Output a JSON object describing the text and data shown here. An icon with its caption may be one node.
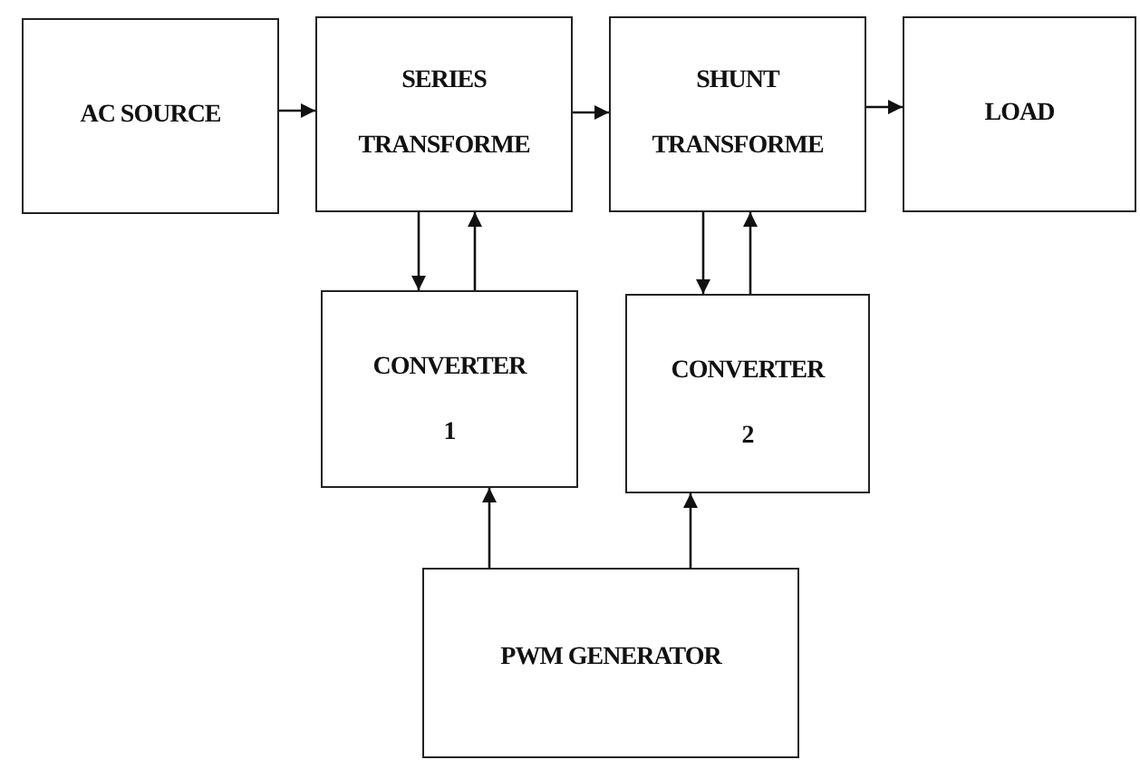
{
  "diagram": {
    "nodes": [
      {
        "text": [
          "AC SOURCE"
        ]
      },
      {
        "text": [
          "SERIES TRANSFORME"
        ]
      },
      {
        "text": [
          "SHUNT TRANSFORME"
        ]
      },
      {
        "text": [
          "LOAD"
        ]
      },
      {
        "text": [
          "CONVERTER 1"
        ]
      },
      {
        "text": [
          "CONVERTER 2"
        ]
      },
      {
        "text": [
          "PWM GENERATOR"
        ]
      }
    ],
    "edges": [
      {
        "from": 0,
        "to": 1,
        "arrow": "to"
      },
      {
        "from": 1,
        "to": 2,
        "arrow": "to"
      },
      {
        "from": 2,
        "to": 3,
        "arrow": "to"
      },
      {
        "from": 1,
        "to": 4,
        "arrow": "to"
      },
      {
        "from": 4,
        "to": 1,
        "arrow": "to"
      },
      {
        "from": 2,
        "to": 5,
        "arrow": "to"
      },
      {
        "from": 5,
        "to": 2,
        "arrow": "to"
      },
      {
        "from": 6,
        "to": 4,
        "arrow": "to"
      },
      {
        "from": 6,
        "to": 5,
        "arrow": "to"
      }
    ]
  }
}
